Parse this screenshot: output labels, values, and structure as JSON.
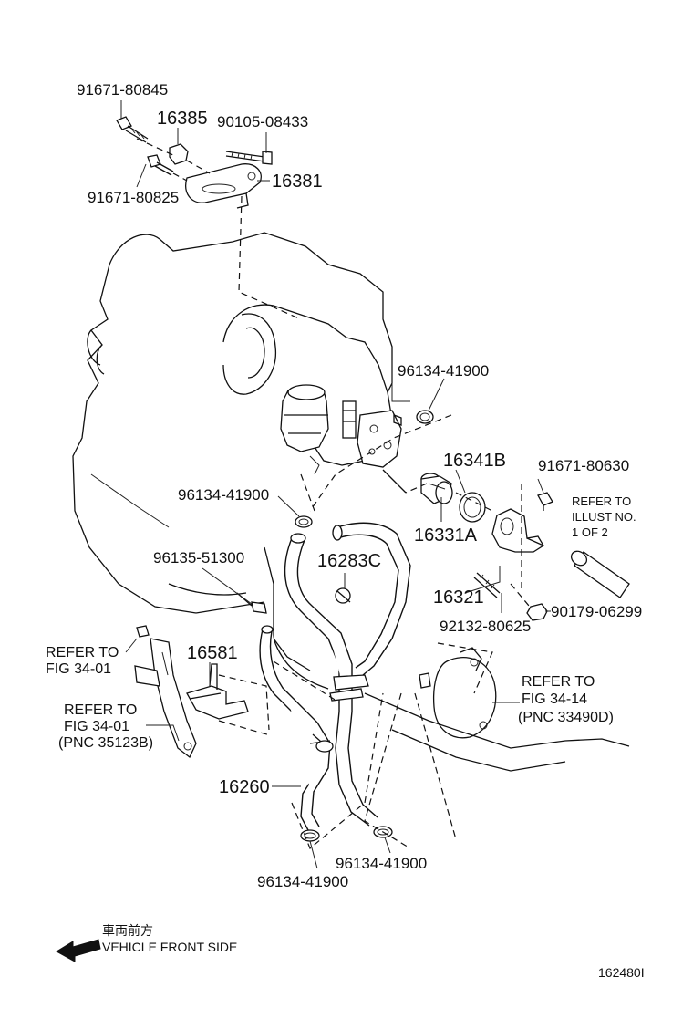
{
  "labels": {
    "p91671_80845": "91671-80845",
    "p16385": "16385",
    "p90105_08433": "90105-08433",
    "p91671_80825": "91671-80825",
    "p16381": "16381",
    "p96134_41900_a": "96134-41900",
    "p16341B": "16341B",
    "p91671_80630": "91671-80630",
    "p96134_41900_b": "96134-41900",
    "p16331A": "16331A",
    "p96135_51300": "96135-51300",
    "p16283C": "16283C",
    "p16321": "16321",
    "p90179_06299": "90179-06299",
    "p92132_80625": "92132-80625",
    "p16581": "16581",
    "p16260": "16260",
    "p96134_41900_c": "96134-41900",
    "p96134_41900_d": "96134-41900",
    "id": "162480I"
  },
  "refs": {
    "illust_1": "REFER TO",
    "illust_2": "ILLUST NO.",
    "illust_3": "1 OF 2",
    "fig3401a_1": "REFER TO",
    "fig3401a_2": "FIG 34-01",
    "fig3401b_1": "REFER TO",
    "fig3401b_2": "FIG 34-01",
    "fig3401b_3": "(PNC 35123B)",
    "fig3414_1": "REFER TO",
    "fig3414_2": "FIG 34-14",
    "fig3414_3": "(PNC 33490D)"
  },
  "footer": {
    "front_jp": "車両前方",
    "front_en": "VEHICLE FRONT SIDE"
  }
}
